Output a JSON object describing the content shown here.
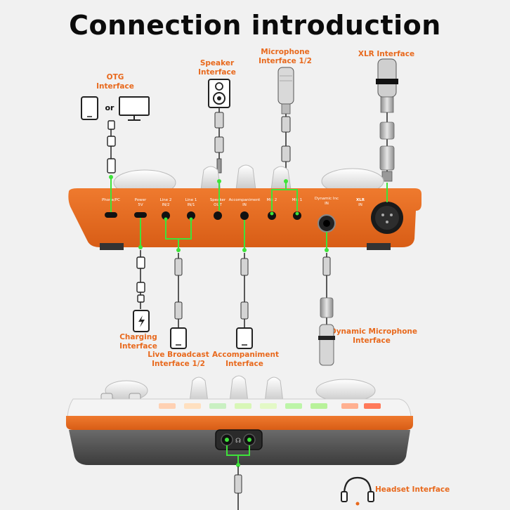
{
  "title": "Connection introduction",
  "labels": {
    "otg": [
      "OTG",
      "Interface"
    ],
    "or": "or",
    "speaker": [
      "Speaker",
      "Interface"
    ],
    "microphone": [
      "Microphone",
      "Interface 1/2"
    ],
    "xlr": "XLR Interface",
    "charging": [
      "Charging",
      "Interface"
    ],
    "live_broadcast": [
      "Live Broadcast",
      "Interface 1/2"
    ],
    "accompaniment": [
      "Accompaniment",
      "Interface"
    ],
    "dynamic_mic": [
      "Dynamic Microphone",
      "Interface"
    ],
    "headset": "Headset Interface"
  },
  "ports": [
    {
      "name": "Phone/PC",
      "sub": "••"
    },
    {
      "name": "Power",
      "sub": "5V"
    },
    {
      "name": "Line 2",
      "sub": "IN/2"
    },
    {
      "name": "Line 1",
      "sub": "IN/1"
    },
    {
      "name": "Speaker",
      "sub": "OUT"
    },
    {
      "name": "Accompaniment",
      "sub": "IN"
    },
    {
      "name": "Mic 2",
      "sub": ""
    },
    {
      "name": "Mic 1",
      "sub": ""
    },
    {
      "name": "Dynamic Inc",
      "sub": "IN"
    },
    {
      "name": "XLR",
      "sub": "IN"
    }
  ],
  "colors": {
    "accent": "#e8691d",
    "device_orange": "#e46a24",
    "connector_green": "#3ee33a",
    "title": "#0b0b0b",
    "background": "#f1f1f1"
  },
  "icons": [
    "phone-icon",
    "monitor-icon",
    "speaker-icon",
    "condenser-mic-icon",
    "xlr-mic-icon",
    "dynamic-mic-icon",
    "headphones-icon",
    "usb-c-cable-icon",
    "aux-cable-icon"
  ]
}
